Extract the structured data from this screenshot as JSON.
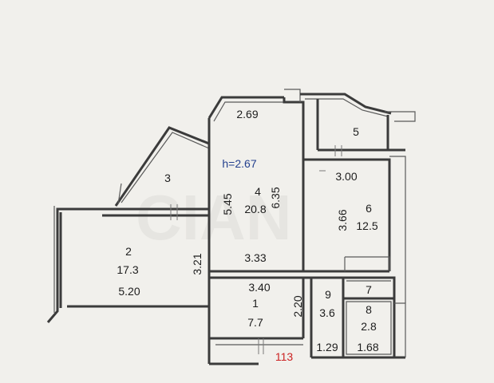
{
  "plan": {
    "ceiling_height": "h=2.67",
    "apartment_number": "113",
    "rooms": [
      {
        "id": "room-3",
        "number": "3",
        "area": ""
      },
      {
        "id": "room-2",
        "number": "2",
        "area": "17.3"
      },
      {
        "id": "room-4",
        "number": "4",
        "area": "20.8"
      },
      {
        "id": "room-5",
        "number": "5",
        "area": ""
      },
      {
        "id": "room-6",
        "number": "6",
        "area": "12.5"
      },
      {
        "id": "room-1",
        "number": "1",
        "area": "7.7"
      },
      {
        "id": "room-9",
        "number": "9",
        "area": "3.6"
      },
      {
        "id": "room-7",
        "number": "7",
        "area": ""
      },
      {
        "id": "room-8",
        "number": "8",
        "area": "2.8"
      }
    ],
    "dimensions": {
      "top_room4": "2.69",
      "room4_left": "5.45",
      "room4_right": "6.35",
      "room4_bottom": "3.33",
      "room2_right": "3.21",
      "room2_bottom": "5.20",
      "room6_top": "3.00",
      "room6_left": "3.66",
      "room1_top": "3.40",
      "room1_right": "2.20",
      "room9_bottom": "1.29",
      "room8_bottom": "1.68"
    }
  },
  "colors": {
    "background": "#f1f0ec",
    "walls": "#3b3b3b",
    "height_label": "#24408e",
    "apartment_number": "#cc2222"
  }
}
